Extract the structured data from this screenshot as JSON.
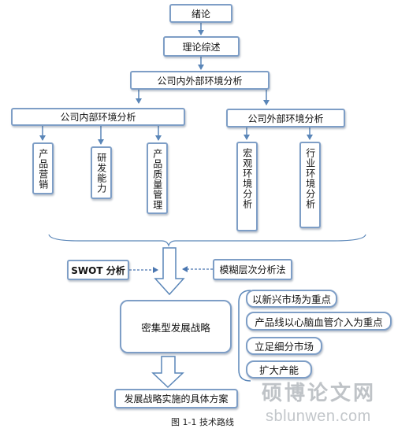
{
  "nodes": {
    "intro": "绪论",
    "review": "理论综述",
    "env": "公司内外部环境分析",
    "internal": "公司内部环境分析",
    "external": "公司外部环境分析",
    "marketing": "产品营销",
    "rnd": "研发能力",
    "quality": "产品质量管理",
    "macro": "宏观环境分析",
    "industry": "行业环境分析",
    "swot": "SWOT 分析",
    "fuzzy": "模糊层次分析法",
    "strategy": "密集型发展战略",
    "opt1": "以新兴市场为重点",
    "opt2": "产品线以心脑血管介入为重点",
    "opt3": "立足细分市场",
    "opt4": "扩大产能",
    "plan": "发展战略实施的具体方案"
  },
  "caption": "图 1-1 技术路线",
  "watermark": {
    "cn": "硕博论文网",
    "url": "sblunwen.com"
  },
  "colors": {
    "border": "#7e9ec6",
    "arrow": "#5a86b8",
    "dashed": "#4a76b0"
  }
}
